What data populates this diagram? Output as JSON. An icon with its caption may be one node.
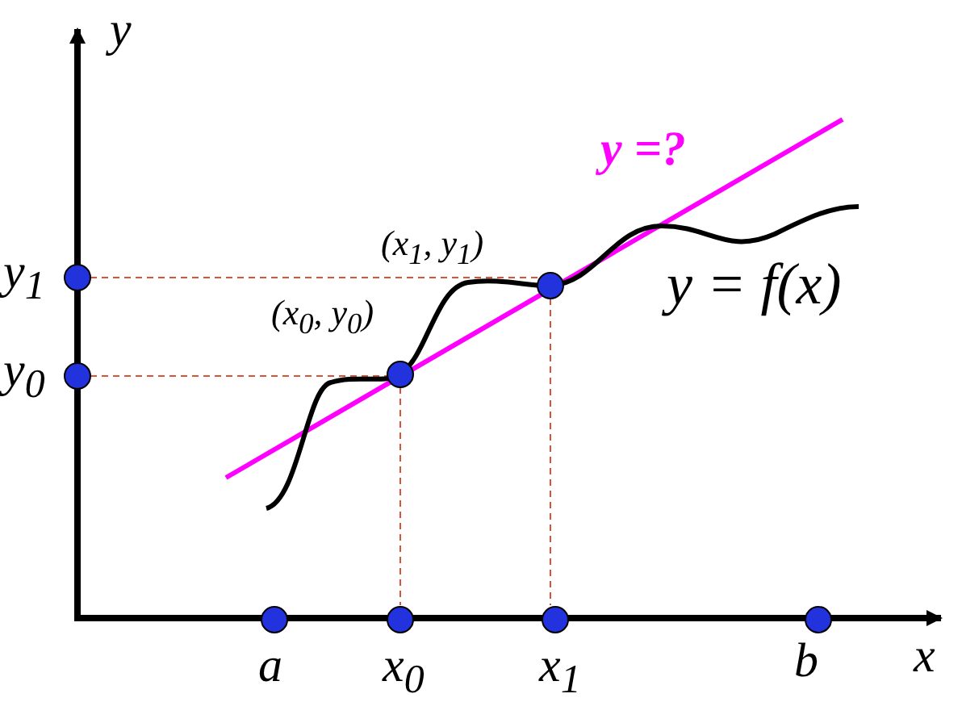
{
  "diagram": {
    "labels": [
      "y",
      "y$_{1}$",
      "y$_{0}$",
      "y =?",
      "(x$_{1}$, y$_{1}$)",
      "y = f(x)",
      "(x$_{0}$, y$_{0}$)",
      "a",
      "x$_{0}$",
      "x$_{1}$",
      "b",
      "x"
    ]
  }
}
